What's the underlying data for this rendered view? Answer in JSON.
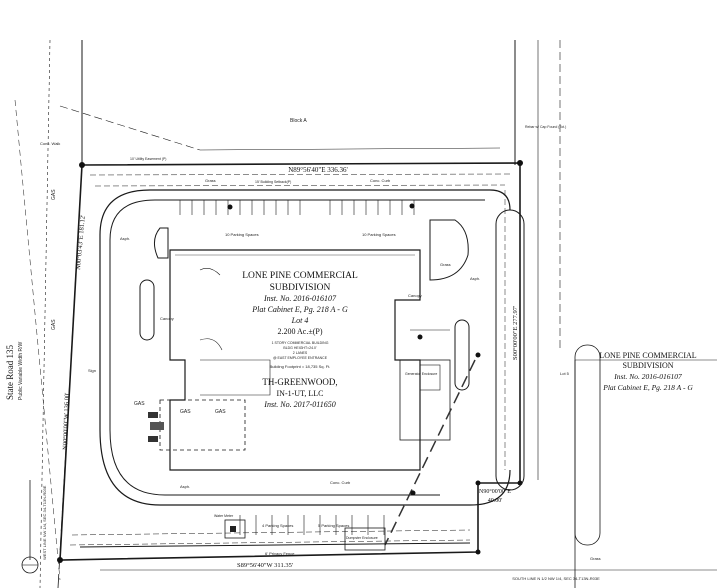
{
  "block_label": "Block A",
  "road": {
    "name": "State Road 135",
    "subtitle": "Public Variable Width R/W"
  },
  "main_parcel": {
    "subdivision_line1": "LONE PINE COMMERCIAL",
    "subdivision_line2": "SUBDIVISION",
    "instrument": "Inst. No. 2016-016107",
    "plat": "Plat Cabinet E, Pg. 218 A - G",
    "lot": "Lot 4",
    "area": "2.200 Ac.±(P)",
    "building_note1": "1 STORY COMMERCIAL BUILDING",
    "building_note2": "BLDG HEIGHT=24.0'",
    "building_note3": "2 LANES",
    "building_note4": "@ EAST EMPLOYEE ENTRANCE",
    "footprint": "Building Footprint = 18,735 Sq. Ft.",
    "owner": "TH-GREENWOOD,",
    "owner_line2": "IN-1-UT, LLC",
    "owner_instrument": "Inst. No. 2017-011650"
  },
  "adjacent_parcel": {
    "line1": "LONE PINE COMMERCIAL",
    "line2": "SUBDIVISION",
    "instrument": "Inst. No. 2016-016107",
    "plat": "Plat Cabinet E, Pg. 218 A - G",
    "lot": "Lot 5"
  },
  "bearings": {
    "north": "N89°56'40\"E 336.36'",
    "south": "S89°56'40\"W 311.35'",
    "west_upper": "N00°03'43\"E 181.12'",
    "west_lower": "N00°00'00\"W 136.00'",
    "east": "S00°00'00\"E 277.97'",
    "notch_bearing": "N90°00'00\"E",
    "notch_dist": "40.00'"
  },
  "section_lines": {
    "south": "SOUTH LINE N 1/2 NW 1/4, SEC 34-T13N-R03E",
    "west": "WEST LINE NW 1/4, SEC 34-T13N-R03E"
  },
  "labels": {
    "conc_walk": "Conc. Walk",
    "conc_curb": "Conc. Curb",
    "grass": "Grass",
    "asph": "Asph.",
    "canopy": "Canopy",
    "gas": "GAS",
    "parking_10": "10 Parking Spaces",
    "parking_4": "4 Parking Spaces",
    "parking_5": "5 Parking Spaces",
    "privacy_fence": "6' Privacy Fence",
    "utility_easement": "10' Utility Easement (P)",
    "building_setback": "15' Building Setback(P)",
    "dumpster": "Dumpster Enclosure",
    "water_meter": "Water Meter",
    "generator": "Generator Enclosure",
    "rebar": "Rebar w/ Cap Found (Tot.)",
    "sign": "Sign"
  }
}
